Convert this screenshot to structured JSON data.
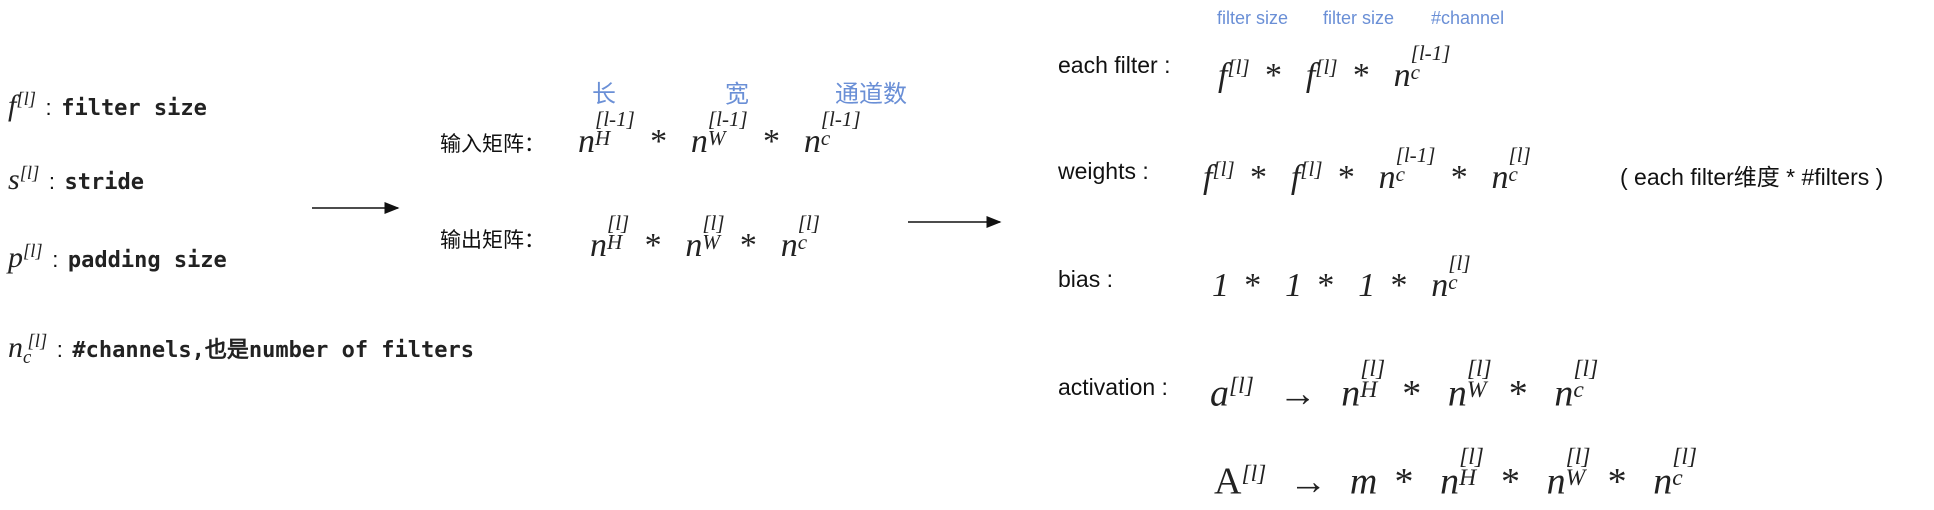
{
  "left_defs": [
    {
      "base": "f",
      "sup": "[l]",
      "text": "filter size"
    },
    {
      "base": "s",
      "sup": "[l]",
      "text": "stride"
    },
    {
      "base": "p",
      "sup": "[l]",
      "text": "padding size"
    },
    {
      "base": "n",
      "sub": "c",
      "sup": "[l]",
      "text": "#channels,也是number of filters"
    }
  ],
  "matrix": {
    "headers": [
      "长",
      "宽",
      "通道数"
    ],
    "input_label": "输入矩阵：",
    "output_label": "输出矩阵：",
    "input_sup": "[l-1]",
    "output_sup": "[l]"
  },
  "right": {
    "top_headers": [
      "filter size",
      "filter size",
      "#channel"
    ],
    "each_filter_label": "each filter :",
    "weights_label": "weights :",
    "weights_note": "( each filter维度 * #filters )",
    "bias_label": "bias :",
    "activation_label": "activation :",
    "sup_l": "[l]",
    "sup_lm1": "[l-1]"
  }
}
